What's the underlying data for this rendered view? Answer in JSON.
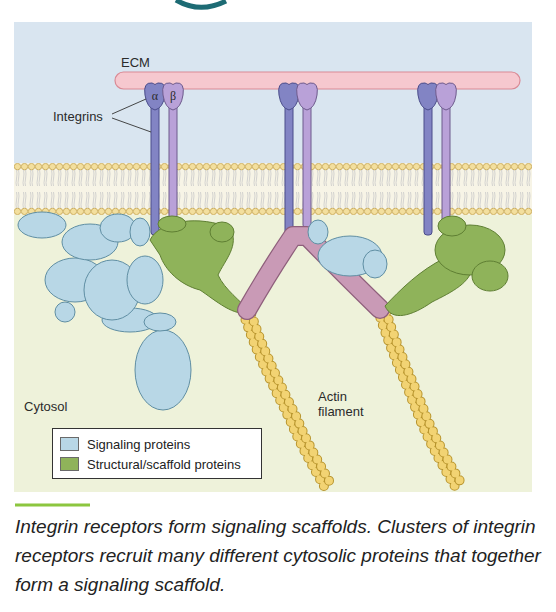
{
  "diagram": {
    "caption": "Integrin receptors form signaling scaffolds. Clusters of integrin receptors recruit many different cytosolic proteins that together form a signaling scaffold.",
    "labels": [
      "ECM",
      "Integrins",
      "α",
      "β",
      "Cytosol",
      "Actin filament"
    ],
    "legend": [
      {
        "text": "Signaling proteins",
        "color": "#b8d7e6"
      },
      {
        "text": "Structural/scaffold proteins",
        "color": "#8fb35a"
      }
    ]
  }
}
